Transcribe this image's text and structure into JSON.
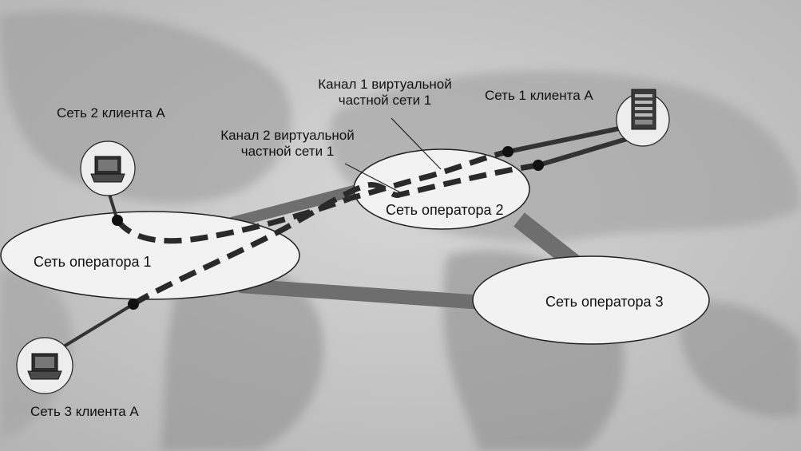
{
  "diagram": {
    "networks": {
      "op1": "Сеть оператора 1",
      "op2": "Сеть оператора 2",
      "op3": "Сеть оператора 3"
    },
    "clients": {
      "c1": "Сеть 1 клиента А",
      "c2": "Сеть 2 клиента А",
      "c3": "Сеть 3 клиента А"
    },
    "channels": {
      "ch1_line1": "Канал 1 виртуальной",
      "ch1_line2": "частной сети 1",
      "ch2_line1": "Канал 2 виртуальной",
      "ch2_line2": "частной сети 1"
    },
    "colors": {
      "background_light": "#dcdcdc",
      "background_dark": "#8a8a8a",
      "trunk": "#6e6e6e",
      "link": "#333333",
      "dash": "#2a2a2a",
      "oval_fill": "#f2f2f2"
    },
    "icons": [
      "server-icon",
      "laptop-icon",
      "laptop-icon"
    ]
  }
}
